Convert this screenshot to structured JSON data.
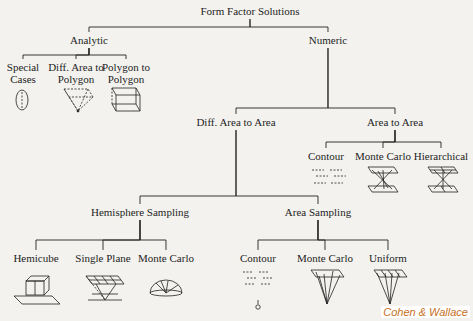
{
  "diagram": {
    "nodes": [
      {
        "text": [
          "Form Factor Solutions"
        ]
      },
      {
        "text": [
          "Analytic"
        ]
      },
      {
        "text": [
          "Numeric"
        ]
      },
      {
        "text": [
          "Special Cases"
        ]
      },
      {
        "text": [
          "Diff. Area to Polygon"
        ]
      },
      {
        "text": [
          "Polygon to Polygon"
        ]
      },
      {
        "text": [
          "Diff. Area to Area"
        ]
      },
      {
        "text": [
          "Area to Area"
        ]
      },
      {
        "text": [
          "Contour"
        ]
      },
      {
        "text": [
          "Monte Carlo"
        ]
      },
      {
        "text": [
          "Hierarchical"
        ]
      },
      {
        "text": [
          "Hemisphere Sampling"
        ]
      },
      {
        "text": [
          "Area Sampling"
        ]
      },
      {
        "text": [
          "Hemicube"
        ]
      },
      {
        "text": [
          "Single Plane"
        ]
      },
      {
        "text": [
          "Monte Carlo"
        ]
      },
      {
        "text": [
          "Contour"
        ]
      },
      {
        "text": [
          "Monte Carlo"
        ]
      },
      {
        "text": [
          "Uniform"
        ]
      }
    ],
    "edges": [
      {
        "from": 0,
        "to": 1,
        "arrow": "none"
      },
      {
        "from": 0,
        "to": 2,
        "arrow": "none"
      },
      {
        "from": 1,
        "to": 3,
        "arrow": "none"
      },
      {
        "from": 1,
        "to": 4,
        "arrow": "none"
      },
      {
        "from": 1,
        "to": 5,
        "arrow": "none"
      },
      {
        "from": 2,
        "to": 6,
        "arrow": "none"
      },
      {
        "from": 2,
        "to": 7,
        "arrow": "none"
      },
      {
        "from": 7,
        "to": 8,
        "arrow": "none"
      },
      {
        "from": 7,
        "to": 9,
        "arrow": "none"
      },
      {
        "from": 7,
        "to": 10,
        "arrow": "none"
      },
      {
        "from": 6,
        "to": 11,
        "arrow": "none"
      },
      {
        "from": 6,
        "to": 12,
        "arrow": "none"
      },
      {
        "from": 11,
        "to": 13,
        "arrow": "none"
      },
      {
        "from": 11,
        "to": 14,
        "arrow": "none"
      },
      {
        "from": 11,
        "to": 15,
        "arrow": "none"
      },
      {
        "from": 12,
        "to": 16,
        "arrow": "none"
      },
      {
        "from": 12,
        "to": 17,
        "arrow": "none"
      },
      {
        "from": 12,
        "to": 18,
        "arrow": "none"
      }
    ],
    "labels": [
      "Cohen & Wallace"
    ]
  }
}
